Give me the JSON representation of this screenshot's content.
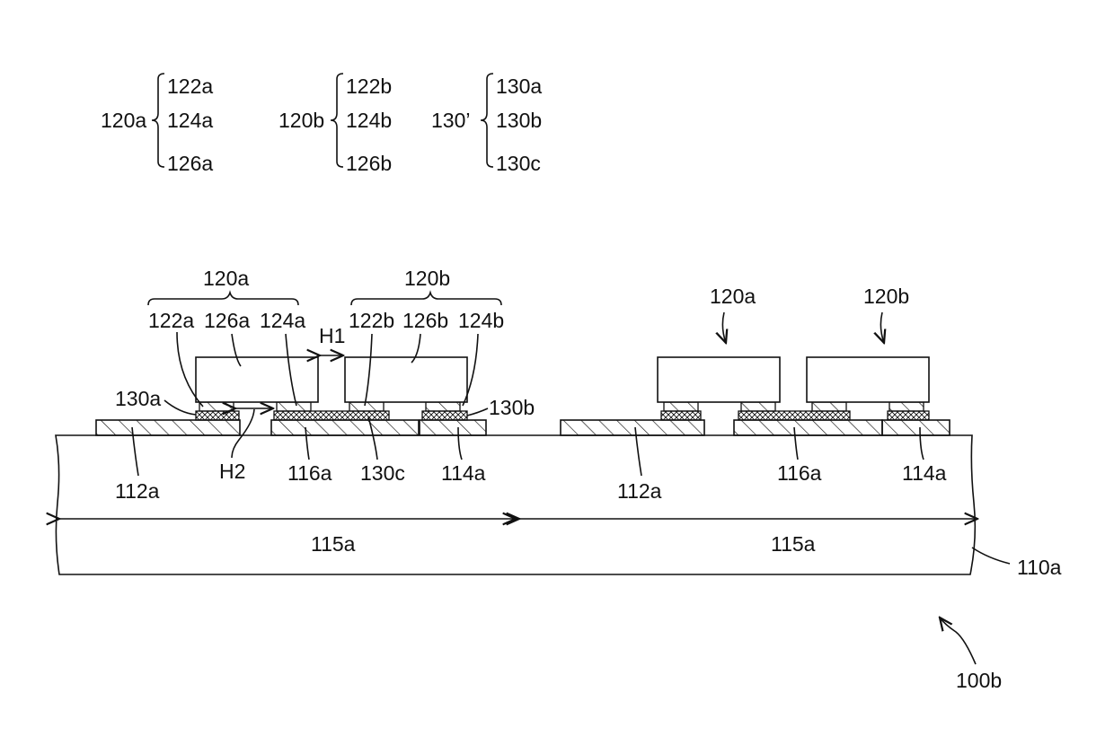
{
  "legend": {
    "group_a": {
      "name": "120a",
      "items": [
        "122a",
        "124a",
        "126a"
      ]
    },
    "group_b": {
      "name": "120b",
      "items": [
        "122b",
        "124b",
        "126b"
      ]
    },
    "group_c": {
      "name": "130’",
      "items": [
        "130a",
        "130b",
        "130c"
      ]
    }
  },
  "left_unit": {
    "chip_a": "120a",
    "chip_b": "120b",
    "label_122a": "122a",
    "label_126a": "126a",
    "label_124a": "124a",
    "label_122b": "122b",
    "label_126b": "126b",
    "label_124b": "124b",
    "label_h1": "H1",
    "label_h2": "H2",
    "label_130a": "130a",
    "label_130b": "130b",
    "label_130c": "130c",
    "pad_112a": "112a",
    "pad_116a": "116a",
    "pad_114a": "114a",
    "region": "115a"
  },
  "right_unit": {
    "chip_a": "120a",
    "chip_b": "120b",
    "pad_112a": "112a",
    "pad_116a": "116a",
    "pad_114a": "114a",
    "region": "115a"
  },
  "substrate": "110a",
  "assembly": "100b",
  "colors": {
    "line": "#111111",
    "background": "#ffffff"
  }
}
